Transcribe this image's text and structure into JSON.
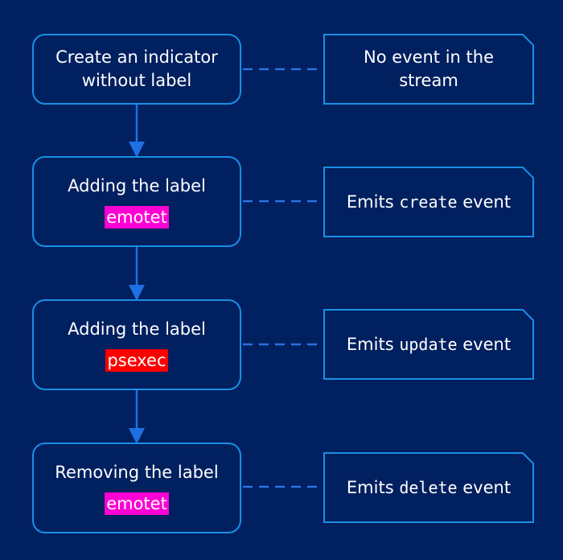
{
  "colors": {
    "background": "#002060",
    "box_border": "#1a8fe6",
    "arrow": "#1f6fe5",
    "connector": "#2f6fe5",
    "label_magenta": "#ff00d4",
    "label_red": "#ff0000"
  },
  "steps": [
    {
      "line1": "Create an indicator",
      "line2": "without label"
    },
    {
      "title": "Adding the label",
      "tag": "emotet"
    },
    {
      "title": "Adding the label",
      "tag": "psexec"
    },
    {
      "title": "Removing the label",
      "tag": "emotet"
    }
  ],
  "events": [
    {
      "line1": "No event in the",
      "line2": "stream"
    },
    {
      "prefix": "Emits ",
      "code": "create",
      "suffix": " event"
    },
    {
      "prefix": "Emits ",
      "code": "update",
      "suffix": " event"
    },
    {
      "prefix": "Emits ",
      "code": "delete",
      "suffix": " event"
    }
  ]
}
